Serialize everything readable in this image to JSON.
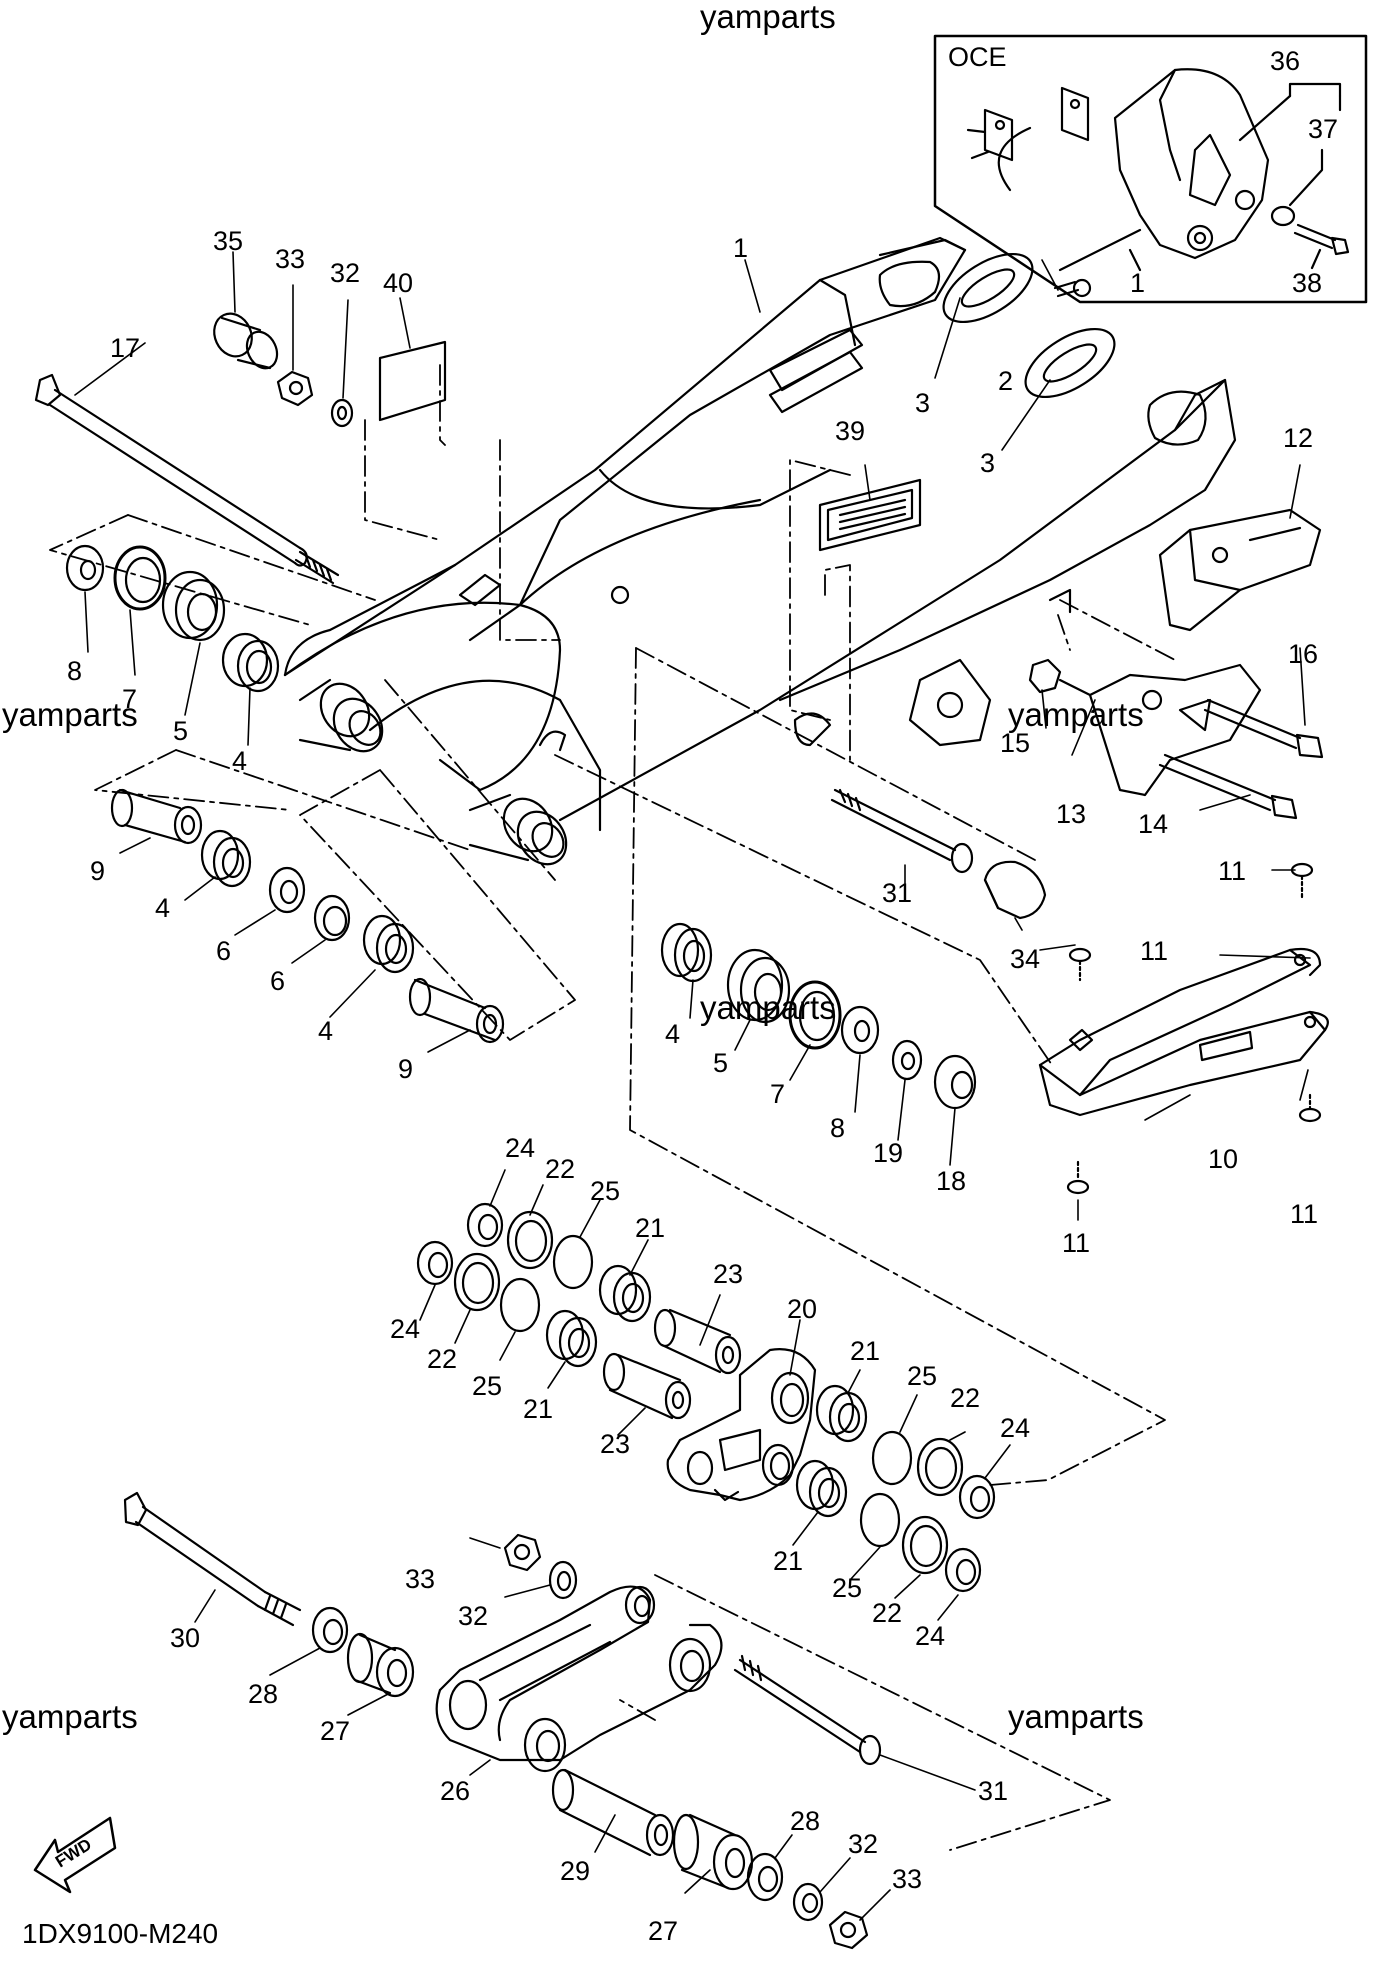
{
  "diagram_code": "1DX9100-M240",
  "watermark": "yamparts",
  "inset_label": "OCE",
  "direction_label": "FWD",
  "callouts": {
    "c1a": "1",
    "c1b": "1",
    "c2": "2",
    "c3a": "3",
    "c3b": "3",
    "c4a": "4",
    "c4b": "4",
    "c4c": "4",
    "c4d": "4",
    "c5a": "5",
    "c5b": "5",
    "c6a": "6",
    "c6b": "6",
    "c7a": "7",
    "c7b": "7",
    "c8a": "8",
    "c8b": "8",
    "c9a": "9",
    "c9b": "9",
    "c10": "10",
    "c11a": "11",
    "c11b": "11",
    "c11c": "11",
    "c11d": "11",
    "c12": "12",
    "c13": "13",
    "c14": "14",
    "c15": "15",
    "c16": "16",
    "c17": "17",
    "c18": "18",
    "c19": "19",
    "c20": "20",
    "c21a": "21",
    "c21b": "21",
    "c21c": "21",
    "c21d": "21",
    "c22a": "22",
    "c22b": "22",
    "c22c": "22",
    "c22d": "22",
    "c23a": "23",
    "c23b": "23",
    "c24a": "24",
    "c24b": "24",
    "c24c": "24",
    "c24d": "24",
    "c25a": "25",
    "c25b": "25",
    "c25c": "25",
    "c25d": "25",
    "c26": "26",
    "c27a": "27",
    "c27b": "27",
    "c28a": "28",
    "c28b": "28",
    "c29": "29",
    "c30": "30",
    "c31a": "31",
    "c31b": "31",
    "c32a": "32",
    "c32b": "32",
    "c32c": "32",
    "c33a": "33",
    "c33b": "33",
    "c33c": "33",
    "c34": "34",
    "c35": "35",
    "c36": "36",
    "c37": "37",
    "c38": "38",
    "c39": "39",
    "c40": "40"
  }
}
